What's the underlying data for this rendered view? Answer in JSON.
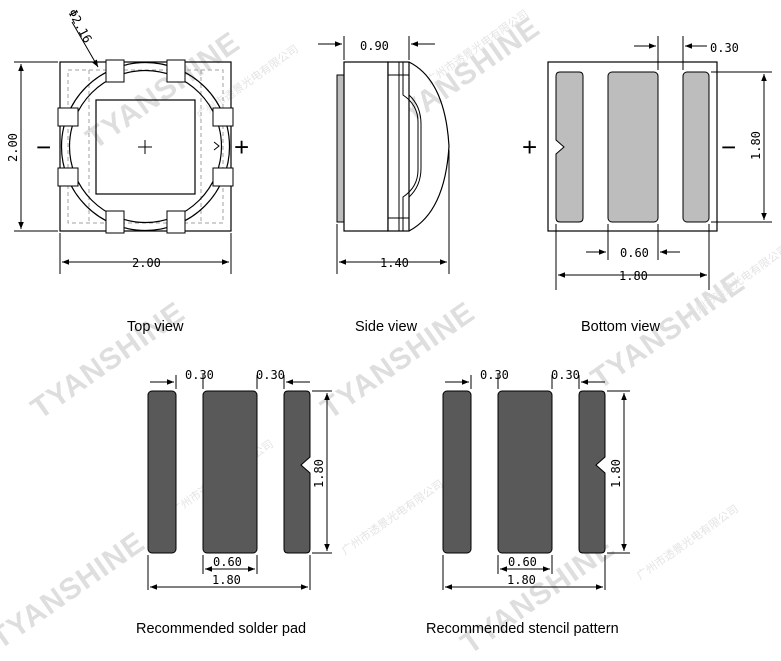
{
  "captions": {
    "top": "Top view",
    "side": "Side view",
    "bottom": "Bottom view",
    "solder": "Recommended solder pad",
    "stencil": "Recommended stencil pattern"
  },
  "dimensions": {
    "lens_diameter": "Φ2.16",
    "top_height": "2.00",
    "top_width": "2.00",
    "side_width": "0.90",
    "side_length": "1.40",
    "bottom_gap": "0.30",
    "bottom_height": "1.80",
    "bottom_center": "0.60",
    "bottom_width": "1.80",
    "solder_gap_left": "0.30",
    "solder_gap_right": "0.30",
    "solder_height": "1.80",
    "solder_center": "0.60",
    "solder_width": "1.80",
    "stencil_gap_left": "0.30",
    "stencil_gap_right": "0.30",
    "stencil_height": "1.80",
    "stencil_center": "0.60",
    "stencil_width": "1.80"
  },
  "polarity": {
    "top_minus": "−",
    "top_plus": "+",
    "bottom_plus": "+",
    "bottom_minus": "−"
  },
  "watermark": {
    "brand": "TYANSHINE",
    "company": "广州市透景光电有限公司"
  },
  "colors": {
    "pad_dark": "#595959",
    "pad_light": "#bdbdbd",
    "line": "#000000",
    "dashed": "#a0a0a0"
  }
}
